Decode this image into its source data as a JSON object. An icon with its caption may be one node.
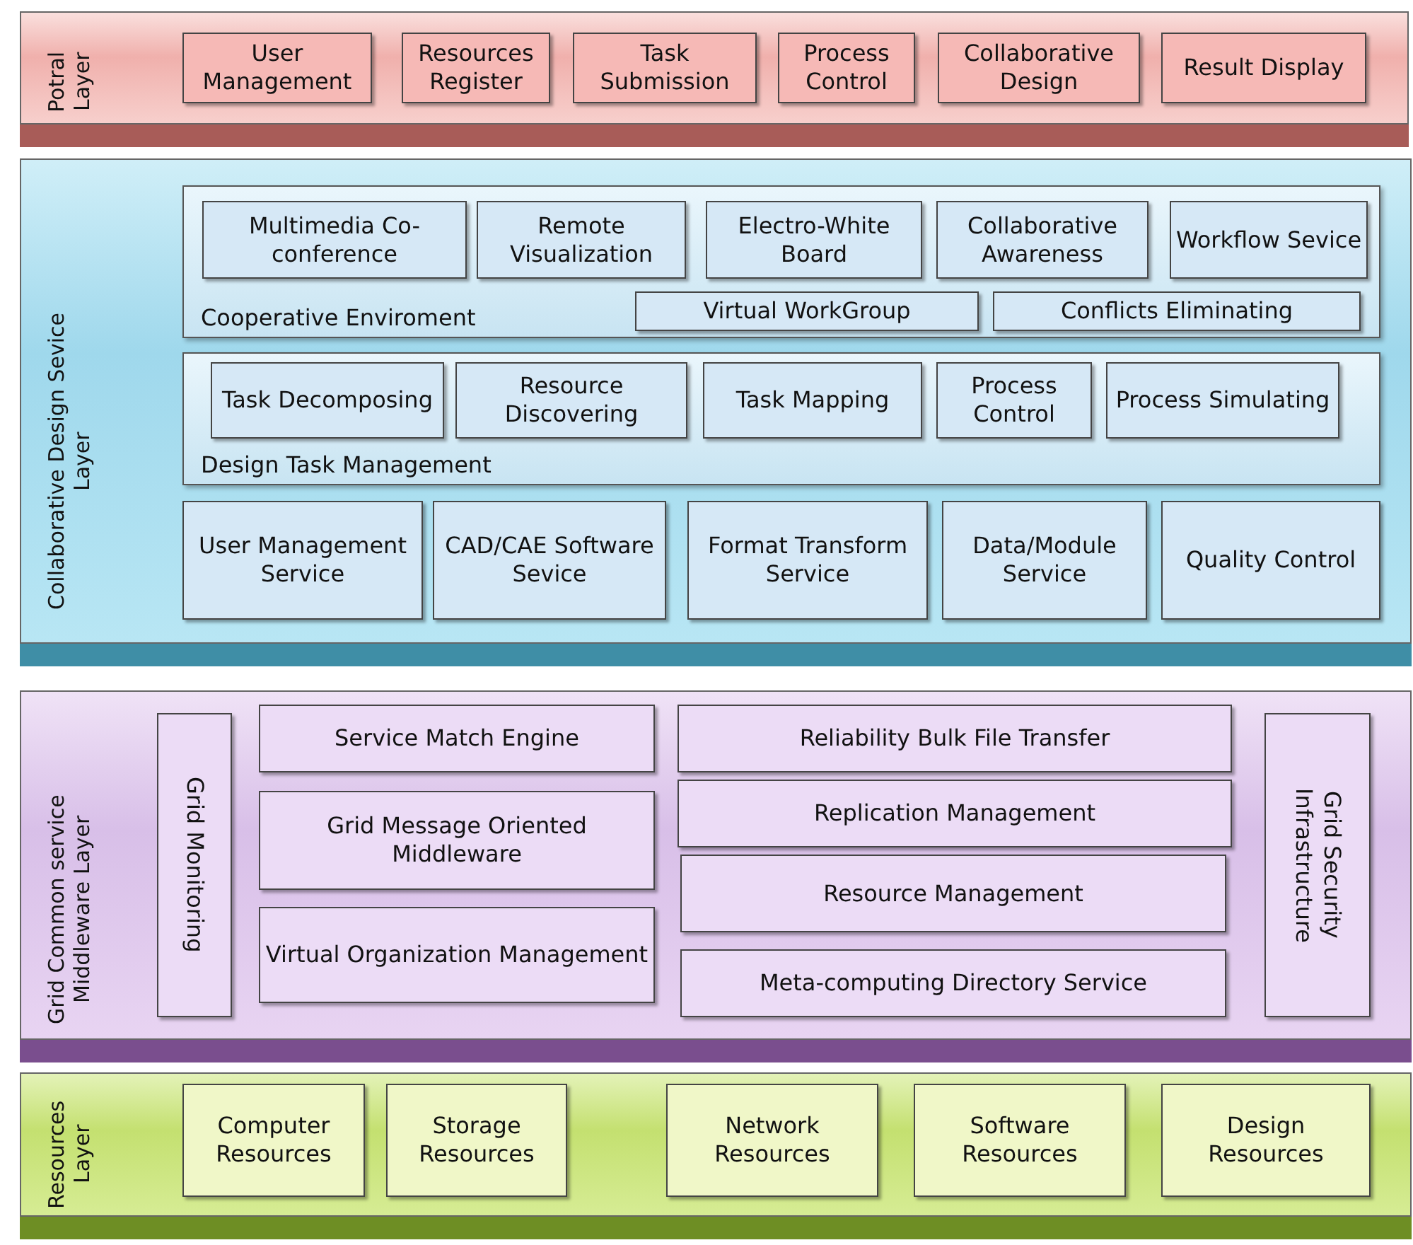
{
  "diagram": {
    "nodes": [
      {
        "text": [
          "Potral Layer"
        ]
      },
      {
        "text": [
          "User Management"
        ],
        "in": 0
      },
      {
        "text": [
          "Resources Register"
        ],
        "in": 0
      },
      {
        "text": [
          "Task Submission"
        ],
        "in": 0
      },
      {
        "text": [
          "Process Control"
        ],
        "in": 0
      },
      {
        "text": [
          "Collaborative Design"
        ],
        "in": 0
      },
      {
        "text": [
          "Result Display"
        ],
        "in": 0
      },
      {
        "text": [
          "Collaborative Design Sevice Layer"
        ]
      },
      {
        "text": [
          "Cooperative Enviroment"
        ],
        "in": 7
      },
      {
        "text": [
          "Multimedia Co-conference"
        ],
        "in": 8
      },
      {
        "text": [
          "Remote Visualization"
        ],
        "in": 8
      },
      {
        "text": [
          "Electro-White Board"
        ],
        "in": 8
      },
      {
        "text": [
          "Collaborative Awareness"
        ],
        "in": 8
      },
      {
        "text": [
          "Workflow Sevice"
        ],
        "in": 8
      },
      {
        "text": [
          "Virtual WorkGroup"
        ],
        "in": 8
      },
      {
        "text": [
          "Conflicts Eliminating"
        ],
        "in": 8
      },
      {
        "text": [
          "Design Task Management"
        ],
        "in": 7
      },
      {
        "text": [
          "Task Decomposing"
        ],
        "in": 16
      },
      {
        "text": [
          "Resource Discovering"
        ],
        "in": 16
      },
      {
        "text": [
          "Task Mapping"
        ],
        "in": 16
      },
      {
        "text": [
          "Process Control"
        ],
        "in": 16
      },
      {
        "text": [
          "Process Simulating"
        ],
        "in": 16
      },
      {
        "text": [
          "User Management Service"
        ],
        "in": 7
      },
      {
        "text": [
          "CAD/CAE Software Sevice"
        ],
        "in": 7
      },
      {
        "text": [
          "Format Transform Service"
        ],
        "in": 7
      },
      {
        "text": [
          "Data/Module Service"
        ],
        "in": 7
      },
      {
        "text": [
          "Quality Control"
        ],
        "in": 7
      },
      {
        "text": [
          "Grid Common service Middleware Layer"
        ]
      },
      {
        "text": [
          "Grid Monitoring"
        ],
        "in": 27
      },
      {
        "text": [
          "Service Match Engine"
        ],
        "in": 27
      },
      {
        "text": [
          "Grid Message Oriented Middleware"
        ],
        "in": 27
      },
      {
        "text": [
          "Virtual Organization Management"
        ],
        "in": 27
      },
      {
        "text": [
          "Reliability Bulk File Transfer"
        ],
        "in": 27
      },
      {
        "text": [
          "Replication Management"
        ],
        "in": 27
      },
      {
        "text": [
          "Resource Management"
        ],
        "in": 27
      },
      {
        "text": [
          "Meta-computing Directory Service"
        ],
        "in": 27
      },
      {
        "text": [
          "Grid Security Infrastructure"
        ],
        "in": 27
      },
      {
        "text": [
          "Resources Layer"
        ]
      },
      {
        "text": [
          "Computer Resources"
        ],
        "in": 37
      },
      {
        "text": [
          "Storage Resources"
        ],
        "in": 37
      },
      {
        "text": [
          "Network Resources"
        ],
        "in": 37
      },
      {
        "text": [
          "Software Resources"
        ],
        "in": 37
      },
      {
        "text": [
          "Design Resources"
        ],
        "in": 37
      }
    ]
  }
}
